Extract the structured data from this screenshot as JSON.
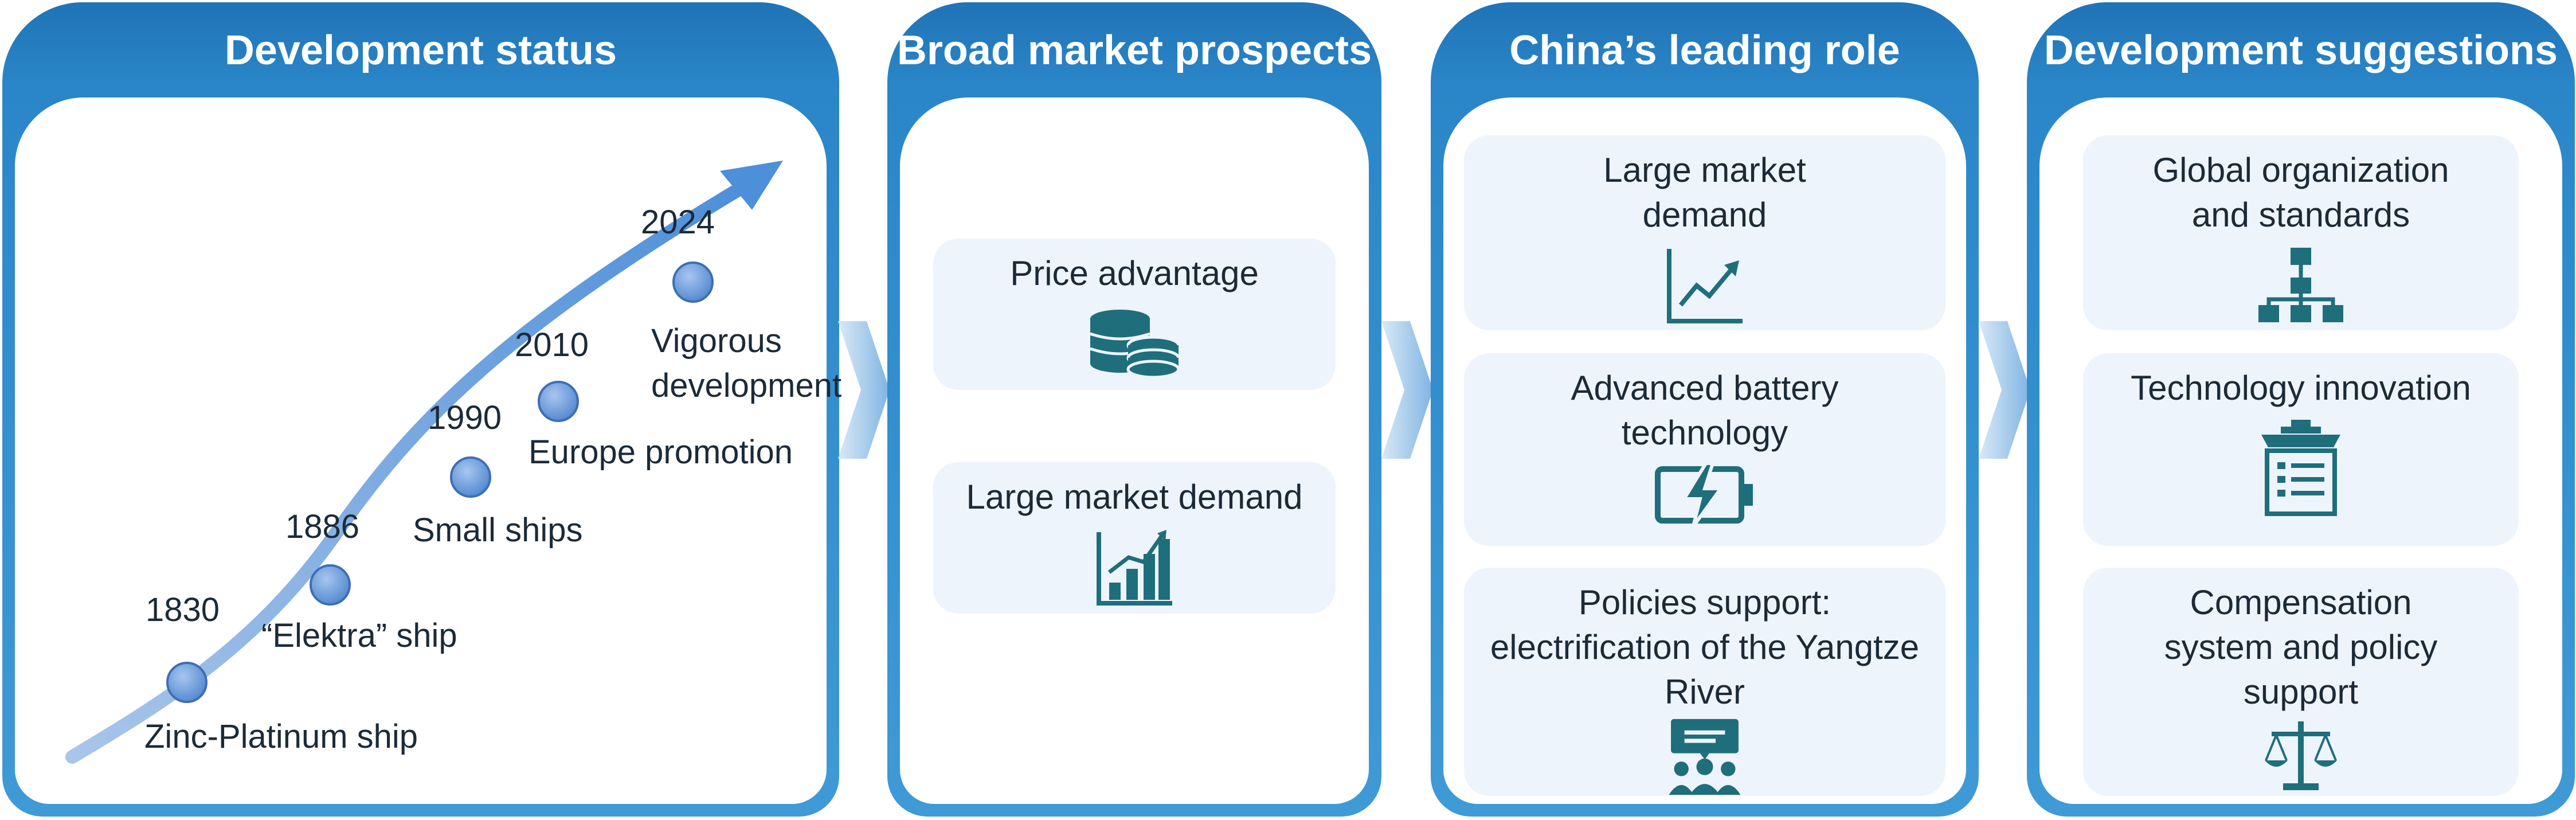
{
  "panels": [
    {
      "title": "Development status"
    },
    {
      "title": "Broad market prospects",
      "cards": [
        {
          "label": "Price advantage",
          "icon": "coins-icon"
        },
        {
          "label": "Large market demand",
          "icon": "bar-chart-growth-icon"
        }
      ]
    },
    {
      "title": "China’s leading role",
      "cards": [
        {
          "label_line1": "Large market",
          "label_line2": "demand",
          "icon": "line-chart-icon"
        },
        {
          "label_line1": "Advanced battery",
          "label_line2": "technology",
          "icon": "battery-charging-icon"
        },
        {
          "label_line1": "Policies support:",
          "label_line2": "electrification of the Yangtze",
          "label_line3": "River",
          "icon": "presentation-audience-icon"
        }
      ]
    },
    {
      "title": "Development suggestions",
      "cards": [
        {
          "label_line1": "Global organization",
          "label_line2": "and standards",
          "icon": "org-chart-icon"
        },
        {
          "label": "Technology innovation",
          "icon": "ship-checklist-icon"
        },
        {
          "label_line1": "Compensation",
          "label_line2": "system and policy",
          "label_line3": "support",
          "icon": "scales-icon"
        }
      ]
    }
  ],
  "timeline": {
    "milestones": [
      {
        "year": "1830",
        "event": "Zinc-Platinum ship"
      },
      {
        "year": "1886",
        "event": "“Elektra” ship"
      },
      {
        "year": "1990",
        "event": "Small ships"
      },
      {
        "year": "2010",
        "event": "Europe promotion"
      },
      {
        "year": "2024",
        "event_line1": "Vigorous",
        "event_line2": "development"
      }
    ]
  },
  "colors": {
    "panel_blue": "#2a86c8",
    "icon_teal": "#1f6e7c",
    "card_bg": "#eef4fb",
    "node_blue": "#5b8fd6"
  }
}
